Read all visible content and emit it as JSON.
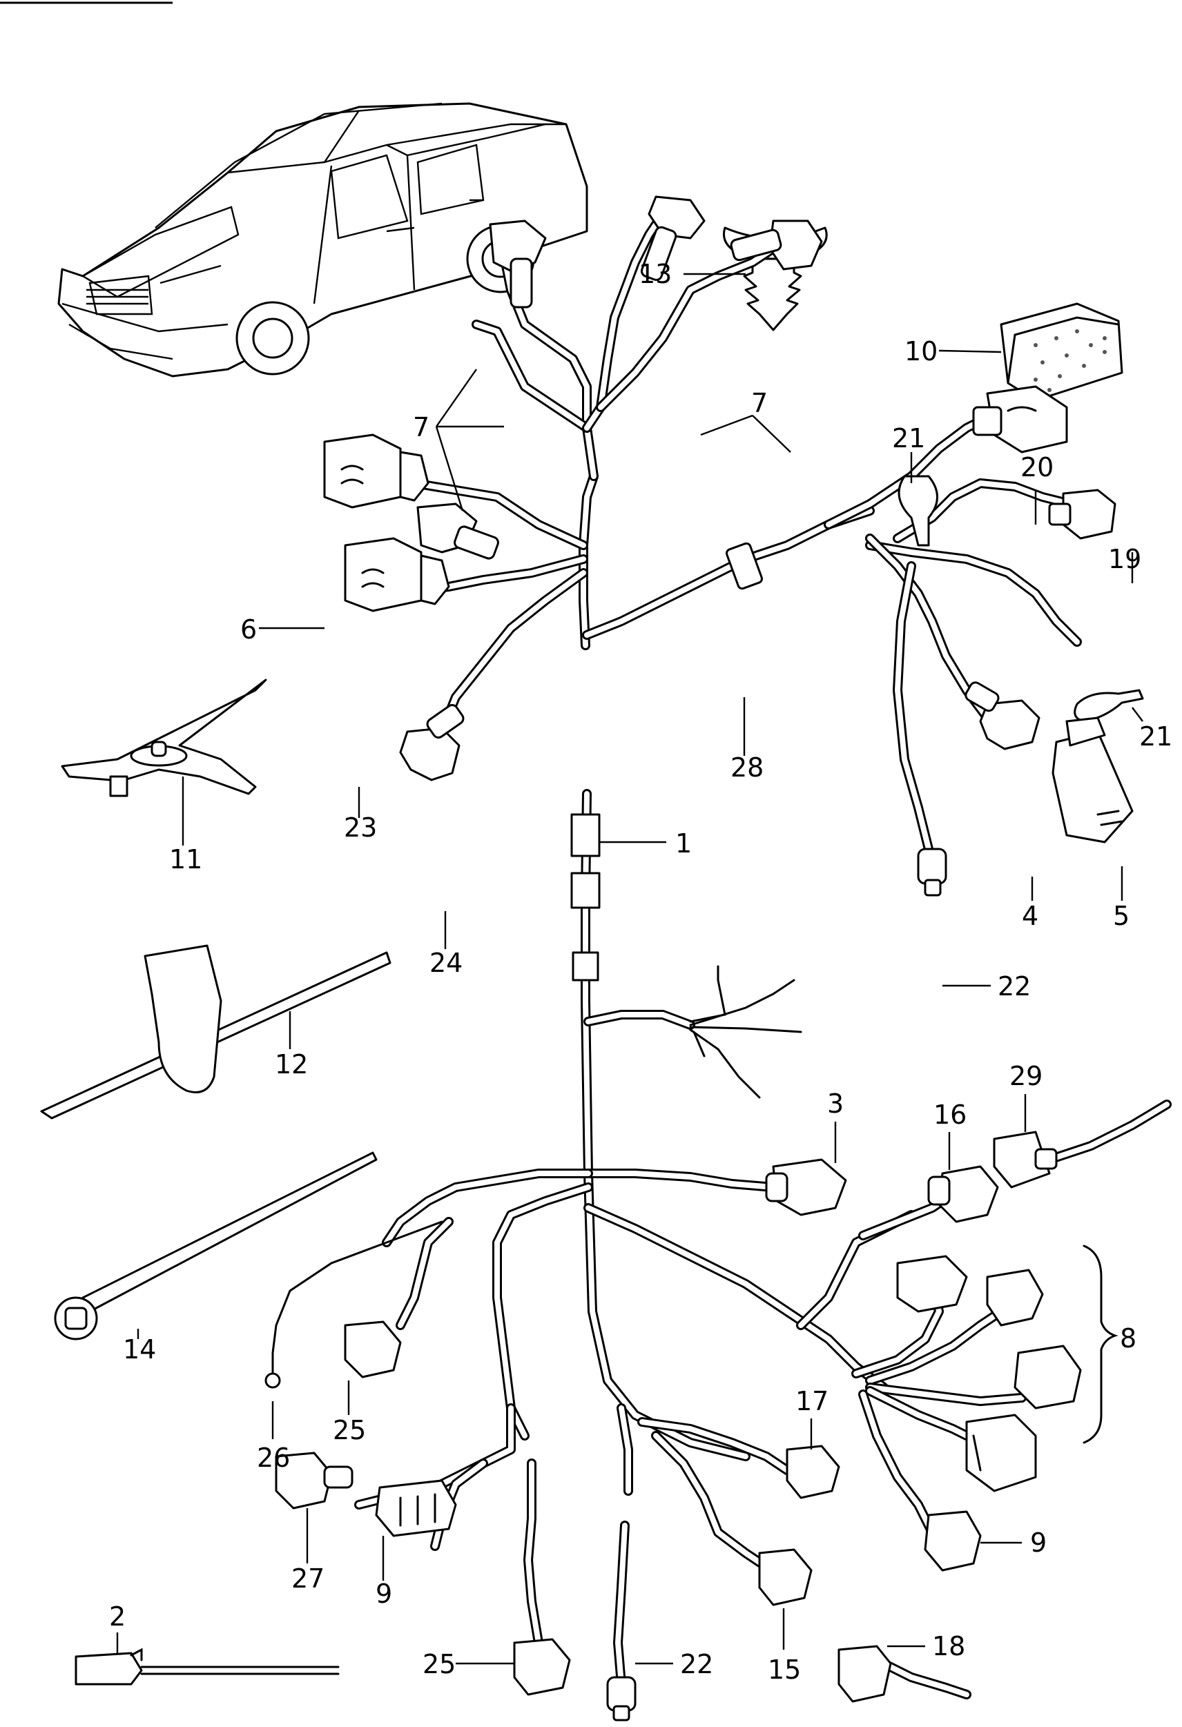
{
  "diagram": {
    "callouts": [
      {
        "id": "c1",
        "label": "1"
      },
      {
        "id": "c2",
        "label": "2"
      },
      {
        "id": "c3",
        "label": "3"
      },
      {
        "id": "c4",
        "label": "4"
      },
      {
        "id": "c5",
        "label": "5"
      },
      {
        "id": "c6",
        "label": "6"
      },
      {
        "id": "c7a",
        "label": "7"
      },
      {
        "id": "c7b",
        "label": "7"
      },
      {
        "id": "c8",
        "label": "8"
      },
      {
        "id": "c9a",
        "label": "9"
      },
      {
        "id": "c9b",
        "label": "9"
      },
      {
        "id": "c10",
        "label": "10"
      },
      {
        "id": "c11",
        "label": "11"
      },
      {
        "id": "c12",
        "label": "12"
      },
      {
        "id": "c13",
        "label": "13"
      },
      {
        "id": "c14",
        "label": "14"
      },
      {
        "id": "c15",
        "label": "15"
      },
      {
        "id": "c16",
        "label": "16"
      },
      {
        "id": "c17",
        "label": "17"
      },
      {
        "id": "c18",
        "label": "18"
      },
      {
        "id": "c19",
        "label": "19"
      },
      {
        "id": "c20",
        "label": "20"
      },
      {
        "id": "c21a",
        "label": "21"
      },
      {
        "id": "c21b",
        "label": "21"
      },
      {
        "id": "c22a",
        "label": "22"
      },
      {
        "id": "c22b",
        "label": "22"
      },
      {
        "id": "c23",
        "label": "23"
      },
      {
        "id": "c24",
        "label": "24"
      },
      {
        "id": "c25a",
        "label": "25"
      },
      {
        "id": "c25b",
        "label": "25"
      },
      {
        "id": "c26",
        "label": "26"
      },
      {
        "id": "c27",
        "label": "27"
      },
      {
        "id": "c28",
        "label": "28"
      },
      {
        "id": "c29",
        "label": "29"
      }
    ]
  }
}
